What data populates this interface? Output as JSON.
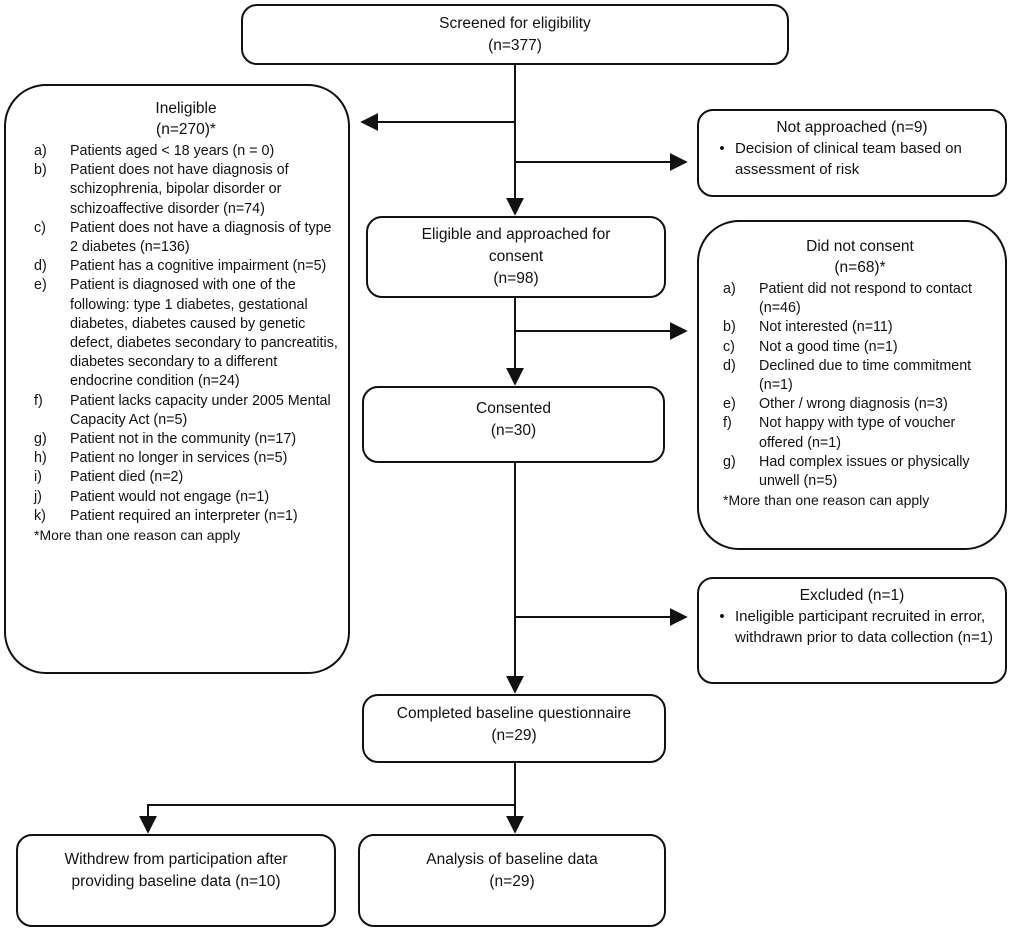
{
  "screened": {
    "title": "Screened for eligibility",
    "n": "(n=377)"
  },
  "ineligible": {
    "title": "Ineligible",
    "n": "(n=270)*",
    "items": [
      {
        "k": "a)",
        "t": "Patients aged < 18 years (n = 0)"
      },
      {
        "k": "b)",
        "t": "Patient does not have diagnosis of schizophrenia, bipolar disorder or schizoaffective disorder (n=74)"
      },
      {
        "k": "c)",
        "t": "Patient does not have a diagnosis of type 2 diabetes (n=136)"
      },
      {
        "k": "d)",
        "t": "Patient has a cognitive impairment (n=5)"
      },
      {
        "k": "e)",
        "t": "Patient is diagnosed with one of the following: type 1 diabetes, gestational diabetes, diabetes caused by genetic defect, diabetes secondary to pancreatitis, diabetes secondary to a different endocrine condition (n=24)"
      },
      {
        "k": "f)",
        "t": "Patient lacks capacity under 2005 Mental Capacity Act (n=5)"
      },
      {
        "k": "g)",
        "t": "Patient not in the community (n=17)"
      },
      {
        "k": "h)",
        "t": "Patient no longer in services (n=5)"
      },
      {
        "k": "i)",
        "t": "Patient died (n=2)"
      },
      {
        "k": "j)",
        "t": "Patient would not engage (n=1)"
      },
      {
        "k": "k)",
        "t": "Patient required an interpreter (n=1)"
      }
    ],
    "note": "*More than one reason can apply"
  },
  "not_approached": {
    "title": "Not approached (n=9)",
    "bullet": "Decision of clinical team based on assessment of risk"
  },
  "eligible": {
    "line1": "Eligible and approached for",
    "line2": "consent",
    "n": "(n=98)"
  },
  "did_not_consent": {
    "title": "Did not consent",
    "n": "(n=68)*",
    "items": [
      {
        "k": "a)",
        "t": "Patient did not respond to contact (n=46)"
      },
      {
        "k": "b)",
        "t": "Not interested (n=11)"
      },
      {
        "k": "c)",
        "t": "Not a good time (n=1)"
      },
      {
        "k": "d)",
        "t": "Declined due to time commitment (n=1)"
      },
      {
        "k": "e)",
        "t": "Other / wrong diagnosis (n=3)"
      },
      {
        "k": "f)",
        "t": "Not happy with type of voucher offered (n=1)"
      },
      {
        "k": "g)",
        "t": "Had complex issues or physically unwell (n=5)"
      }
    ],
    "note": "*More than one reason can apply"
  },
  "consented": {
    "title": "Consented",
    "n": "(n=30)"
  },
  "excluded": {
    "title": "Excluded (n=1)",
    "bullet": "Ineligible participant recruited in error, withdrawn prior to data collection (n=1)"
  },
  "baseline": {
    "title": "Completed  baseline questionnaire",
    "n": "(n=29)"
  },
  "withdrew": {
    "line1": "Withdrew from participation after",
    "line2": "providing baseline data (n=10)"
  },
  "analysis": {
    "title": "Analysis of baseline data",
    "n": "(n=29)"
  },
  "bullet_symbol": "•"
}
